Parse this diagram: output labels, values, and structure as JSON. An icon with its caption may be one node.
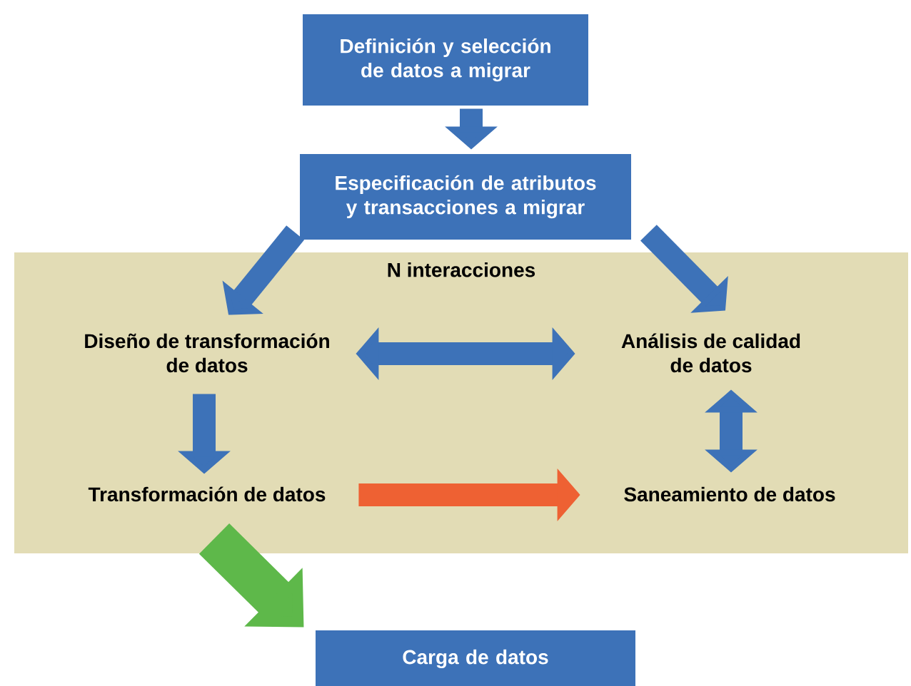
{
  "diagram": {
    "nodes": [
      {
        "text": [
          "Definición y selección de datos a migrar"
        ]
      },
      {
        "text": [
          "Especificación de atributos y transacciones a migrar"
        ]
      },
      {
        "text": [
          "N interacciones"
        ]
      },
      {
        "text": [
          "Diseño de transformación de datos"
        ],
        "in": 2
      },
      {
        "text": [
          "Análisis de calidad de datos"
        ],
        "in": 2
      },
      {
        "text": [
          "Transformación de datos"
        ],
        "in": 2
      },
      {
        "text": [
          "Saneamiento de datos"
        ],
        "in": 2
      },
      {
        "text": [
          "Carga de datos"
        ]
      }
    ],
    "edges": [
      {
        "from": 0,
        "to": 1,
        "arrow": "to"
      },
      {
        "from": 1,
        "to": 3,
        "arrow": "to"
      },
      {
        "from": 1,
        "to": 4,
        "arrow": "to"
      },
      {
        "from": 3,
        "to": 4,
        "arrow": "both"
      },
      {
        "from": 3,
        "to": 5,
        "arrow": "to"
      },
      {
        "from": 4,
        "to": 6,
        "arrow": "both"
      },
      {
        "from": 5,
        "to": 6,
        "arrow": "to",
        "color": "#ee6133"
      },
      {
        "from": 5,
        "to": 7,
        "arrow": "to",
        "color": "#5eb84a",
        "style": "thick"
      }
    ]
  }
}
